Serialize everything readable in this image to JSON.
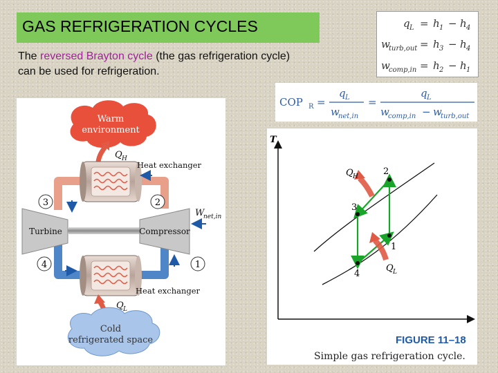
{
  "slide": {
    "title": "GAS REFRIGERATION CYCLES",
    "intro_pre": "The ",
    "intro_highlight": "reversed Brayton cycle",
    "intro_post": " (the gas refrigeration cycle) can be used for refrigeration."
  },
  "equations": {
    "lines": [
      {
        "lhs": "q",
        "lhs_sub": "L",
        "rhs": [
          {
            "v": "h",
            "s": "1"
          },
          {
            "v": "h",
            "s": "4"
          }
        ]
      },
      {
        "lhs": "w",
        "lhs_sub": "turb,out",
        "rhs": [
          {
            "v": "h",
            "s": "3"
          },
          {
            "v": "h",
            "s": "4"
          }
        ]
      },
      {
        "lhs": "w",
        "lhs_sub": "comp,in",
        "rhs": [
          {
            "v": "h",
            "s": "2"
          },
          {
            "v": "h",
            "s": "1"
          }
        ]
      }
    ],
    "cop_label": "COP",
    "cop_sub": "R",
    "frac1_num": "q",
    "frac1_num_sub": "L",
    "frac1_den": "w",
    "frac1_den_sub": "net,in",
    "frac2_num": "q",
    "frac2_num_sub": "L",
    "frac2_den_a": "w",
    "frac2_den_a_sub": "comp,in",
    "frac2_den_b": "w",
    "frac2_den_b_sub": "turb,out"
  },
  "cycle_diagram": {
    "warm_line1": "Warm",
    "warm_line2": "environment",
    "cold_line1": "Cold",
    "cold_line2": "refrigerated space",
    "qh_var": "Q",
    "qh_sub": "H",
    "ql_var": "Q",
    "ql_sub": "L",
    "hx_top": "Heat exchanger",
    "hx_bottom": "Heat exchanger",
    "turbine": "Turbine",
    "compressor": "Compressor",
    "wnet_var": "W",
    "wnet_sub": "net,in",
    "states": [
      "1",
      "2",
      "3",
      "4"
    ]
  },
  "ts_diagram": {
    "axis_label": "T",
    "qh_var": "Q",
    "qh_sub": "H",
    "ql_var": "Q",
    "ql_sub": "L",
    "points": [
      "1",
      "2",
      "3",
      "4"
    ],
    "figure_label": "FIGURE 11–18",
    "caption": "Simple gas refrigeration cycle."
  },
  "colors": {
    "title_bg": "#7fc95a",
    "highlight": "#a0219a",
    "pipe_warm": "#e8a08a",
    "pipe_cold": "#4f86c8",
    "machine": "#c8c8c8",
    "process_line": "#1aa52a",
    "heat_arrow": "#e05a45",
    "flow_arrow": "#1f5aa8",
    "figure_label": "#1f5aa8"
  }
}
